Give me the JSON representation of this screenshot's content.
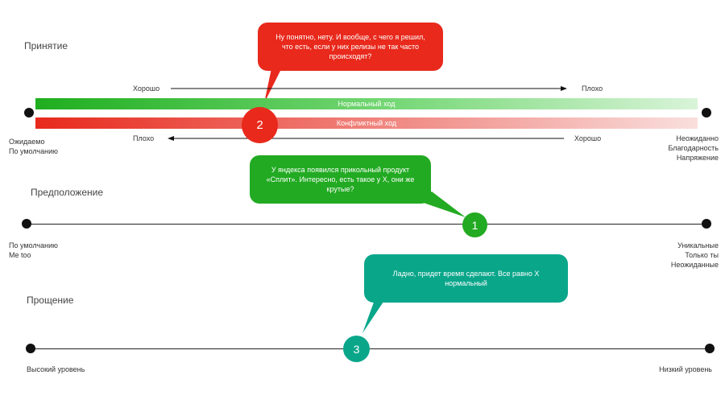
{
  "sections": {
    "accept": {
      "title": "Принятие",
      "bar_green_label": "Нормальный ход",
      "bar_red_label": "Конфликтный ход",
      "top_left_label": "Хорошо",
      "top_right_label": "Плохо",
      "bottom_left_label": "Плохо",
      "bottom_right_label": "Хорошо",
      "left_labels": [
        "Ожидаемо",
        "По умолчанию"
      ],
      "right_labels": [
        "Неожиданно",
        "Благодарность",
        "Напряжение"
      ]
    },
    "assume": {
      "title": "Предположение",
      "left_labels": [
        "По умолчанию",
        "Me too"
      ],
      "right_labels": [
        "Уникальные",
        "Только ты",
        "Неожиданные"
      ]
    },
    "forgive": {
      "title": "Прощение",
      "left_label": "Высокий уровень",
      "right_label": "Низкий уровень"
    }
  },
  "markers": [
    {
      "number": "2",
      "color": "#e8291c",
      "bubble_lines": [
        "Ну понятно, нету. И вообще, с чего я решил,",
        "что есть, если у них релизы не так часто",
        "происходят?"
      ]
    },
    {
      "number": "1",
      "color": "#22aa22",
      "bubble_lines": [
        "У яндекса появился прикольный продукт",
        "«Сплит». Интересно, есть такое у Х, они же",
        "крутые?"
      ]
    },
    {
      "number": "3",
      "color": "#0aa68a",
      "bubble_lines": [
        "Ладно, придет время сделают. Все равно Х",
        "нормальный"
      ]
    }
  ]
}
